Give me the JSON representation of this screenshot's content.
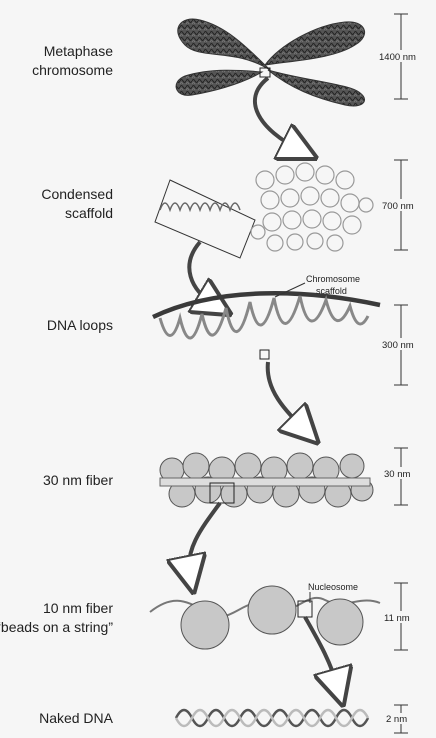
{
  "stages": [
    {
      "label_lines": [
        "Metaphase",
        "chromosome"
      ],
      "measurement": "1400 nm"
    },
    {
      "label_lines": [
        "Condensed",
        "scaffold"
      ],
      "measurement": "700 nm"
    },
    {
      "label_lines": [
        "DNA loops"
      ],
      "measurement": "300 nm",
      "callout_lines": [
        "Chromosome",
        "scaffold"
      ]
    },
    {
      "label_lines": [
        "30 nm fiber"
      ],
      "measurement": "30 nm"
    },
    {
      "label_lines": [
        "10 nm fiber",
        "“beads on a string”"
      ],
      "measurement": "11 nm",
      "callout_lines": [
        "Nucleosome"
      ]
    },
    {
      "label_lines": [
        "Naked DNA"
      ],
      "measurement": "2 nm"
    }
  ]
}
